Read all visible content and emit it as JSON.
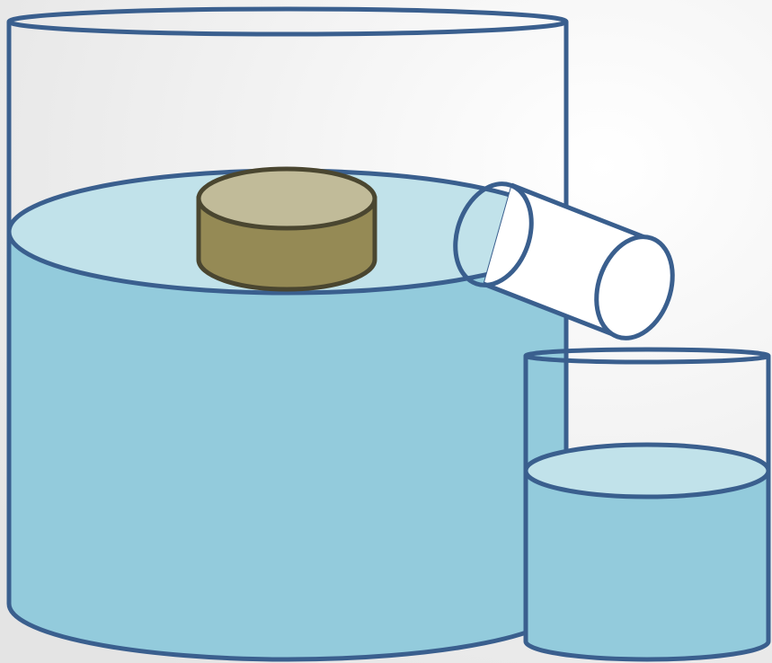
{
  "diagram": {
    "kind": "overflow-can-displacement-apparatus",
    "parts": [
      "overflow-can",
      "floating-block",
      "spout-tube",
      "catch-beaker"
    ]
  },
  "colors": {
    "background_light": "#ffffff",
    "background_dark": "#e4e4e4",
    "vessel_outline": "#3a5f8e",
    "water_body": "#93cbdc",
    "water_surface": "#c1e2ea",
    "block_side": "#958a55",
    "block_top": "#c1bb99",
    "block_outline": "#4a4630",
    "tube_fill": "#ffffff"
  }
}
